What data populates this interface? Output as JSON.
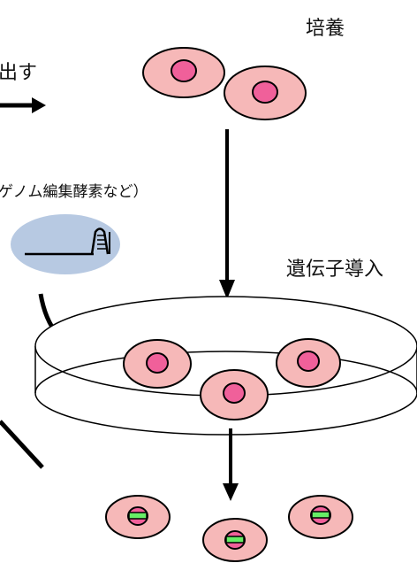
{
  "labels": {
    "culture": "培養",
    "extract": "出す",
    "genome_editing": "ゲノム編集酵素など）",
    "gene_transfer": "遺伝子導入"
  },
  "colors": {
    "cell_fill": "#f6b8b8",
    "nucleus_fill": "#f0609a",
    "enzyme_blob": "#b7c9e2",
    "edited_marker": "#66ee66",
    "stroke": "#000000"
  },
  "icons": [
    "cell-icon",
    "nucleus-icon",
    "enzyme-icon",
    "petri-dish-icon",
    "arrow-icon"
  ]
}
